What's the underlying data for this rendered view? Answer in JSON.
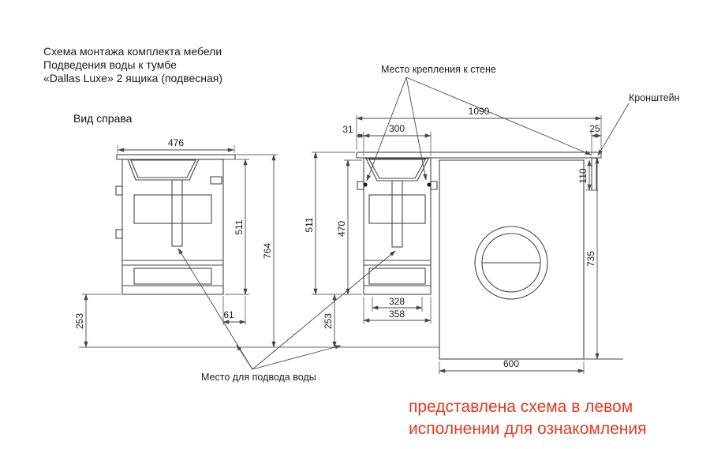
{
  "title": {
    "line1": "Схема монтажа комплекта мебели",
    "line2": "Подведения воды к тумбе",
    "line3": "«Dallas Luxe» 2 ящика (подвесная)"
  },
  "labels": {
    "side_view": "Вид справа",
    "wall_mount": "Место крепления к стене",
    "bracket": "Кронштейн",
    "water_supply": "Место для подвода воды"
  },
  "note": {
    "line1": "представлена схема в левом",
    "line2": "исполнении для ознакомления"
  },
  "colors": {
    "line": "#474747",
    "note_accent": "#e6371e"
  },
  "dimensions": {
    "side_top_width": "476",
    "side_cabinet_height": "511",
    "side_overall_height": "764",
    "side_bottom_offset": "253",
    "side_back_offset": "61",
    "total_width": "1090",
    "left_overhang": "31",
    "cabinet_width": "300",
    "right_overhang": "25",
    "bracket_drop": "110",
    "front_height": "511",
    "cabinet_height": "470",
    "front_bottom_offset": "253",
    "drawer_inner_width": "328",
    "drawer_outer_width": "358",
    "counter_to_floor": "735",
    "washer_width": "600"
  }
}
